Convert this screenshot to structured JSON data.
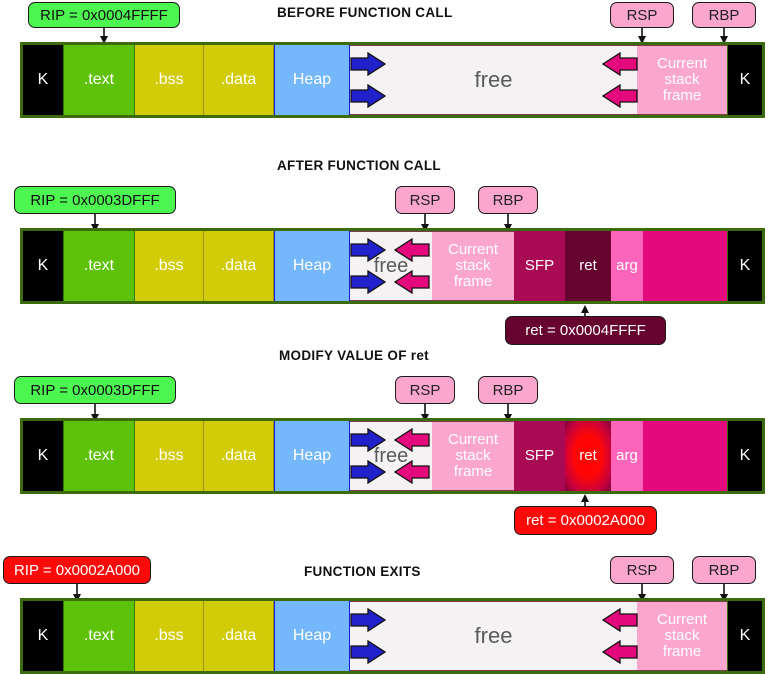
{
  "diagram": {
    "title": "Stack memory layout across a function call (buffer overflow / ret overwrite)",
    "colors": {
      "kernel": "#000000",
      "text_seg": "#5fc20a",
      "bss_data": "#d2cb08",
      "heap": "#74b8fb",
      "free": "#f4f2f2",
      "current_stack_frame": "#fba6cd",
      "sfp": "#a80b53",
      "ret": "#66032f",
      "ret_highlight": "#ff0000",
      "arg": "#fb64b8",
      "stack_rest": "#e4097c",
      "rip_normal": "#4df551",
      "rip_alert": "#fb0a0a",
      "register_box": "#fba6cd",
      "outline": "#3b6b0c",
      "heap_arrow": "#2222cc",
      "stack_arrow": "#e4097c"
    },
    "sections": [
      {
        "id": "before-function-call",
        "title": "BEFORE FUNCTION CALL",
        "rip": {
          "label": "RIP = 0x0004FFFF",
          "style": "green"
        },
        "registers": [
          {
            "name": "RSP",
            "label": "RSP"
          },
          {
            "name": "RBP",
            "label": "RBP"
          }
        ],
        "segments": [
          {
            "name": "kernel-left",
            "label": "K"
          },
          {
            "name": "text-segment",
            "label": ".text"
          },
          {
            "name": "bss-segment",
            "label": ".bss"
          },
          {
            "name": "data-segment",
            "label": ".data"
          },
          {
            "name": "heap-segment",
            "label": "Heap"
          },
          {
            "name": "free-memory",
            "label": "free"
          },
          {
            "name": "current-stack-frame",
            "label": "Current stack frame"
          },
          {
            "name": "kernel-right",
            "label": "K"
          }
        ]
      },
      {
        "id": "after-function-call",
        "title": "AFTER FUNCTION CALL",
        "rip": {
          "label": "RIP = 0x0003DFFF",
          "style": "green"
        },
        "registers": [
          {
            "name": "RSP",
            "label": "RSP"
          },
          {
            "name": "RBP",
            "label": "RBP"
          }
        ],
        "segments": [
          {
            "name": "kernel-left",
            "label": "K"
          },
          {
            "name": "text-segment",
            "label": ".text"
          },
          {
            "name": "bss-segment",
            "label": ".bss"
          },
          {
            "name": "data-segment",
            "label": ".data"
          },
          {
            "name": "heap-segment",
            "label": "Heap"
          },
          {
            "name": "free-memory",
            "label": "free"
          },
          {
            "name": "current-stack-frame",
            "label": "Current stack frame"
          },
          {
            "name": "sfp-slot",
            "label": "SFP"
          },
          {
            "name": "ret-slot",
            "label": "ret"
          },
          {
            "name": "arg-slot",
            "label": "arg"
          },
          {
            "name": "stack-remainder",
            "label": ""
          },
          {
            "name": "kernel-right",
            "label": "K"
          }
        ],
        "callout": {
          "label": "ret = 0x0004FFFF",
          "style": "maroon"
        }
      },
      {
        "id": "modify-value-of-ret",
        "title": "MODIFY VALUE OF ret",
        "rip": {
          "label": "RIP = 0x0003DFFF",
          "style": "green"
        },
        "registers": [
          {
            "name": "RSP",
            "label": "RSP"
          },
          {
            "name": "RBP",
            "label": "RBP"
          }
        ],
        "segments": [
          {
            "name": "kernel-left",
            "label": "K"
          },
          {
            "name": "text-segment",
            "label": ".text"
          },
          {
            "name": "bss-segment",
            "label": ".bss"
          },
          {
            "name": "data-segment",
            "label": ".data"
          },
          {
            "name": "heap-segment",
            "label": "Heap"
          },
          {
            "name": "free-memory",
            "label": "free"
          },
          {
            "name": "current-stack-frame",
            "label": "Current stack frame"
          },
          {
            "name": "sfp-slot",
            "label": "SFP"
          },
          {
            "name": "ret-slot",
            "label": "ret"
          },
          {
            "name": "arg-slot",
            "label": "arg"
          },
          {
            "name": "stack-remainder",
            "label": ""
          },
          {
            "name": "kernel-right",
            "label": "K"
          }
        ],
        "callout": {
          "label": "ret = 0x0002A000",
          "style": "retred"
        }
      },
      {
        "id": "function-exits",
        "title": "FUNCTION EXITS",
        "rip": {
          "label": "RIP = 0x0002A000",
          "style": "red"
        },
        "registers": [
          {
            "name": "RSP",
            "label": "RSP"
          },
          {
            "name": "RBP",
            "label": "RBP"
          }
        ],
        "segments": [
          {
            "name": "kernel-left",
            "label": "K"
          },
          {
            "name": "text-segment",
            "label": ".text"
          },
          {
            "name": "bss-segment",
            "label": ".bss"
          },
          {
            "name": "data-segment",
            "label": ".data"
          },
          {
            "name": "heap-segment",
            "label": "Heap"
          },
          {
            "name": "free-memory",
            "label": "free"
          },
          {
            "name": "current-stack-frame",
            "label": "Current stack frame"
          },
          {
            "name": "kernel-right",
            "label": "K"
          }
        ]
      }
    ],
    "csf_lines": [
      "Current",
      "stack",
      "frame"
    ]
  }
}
